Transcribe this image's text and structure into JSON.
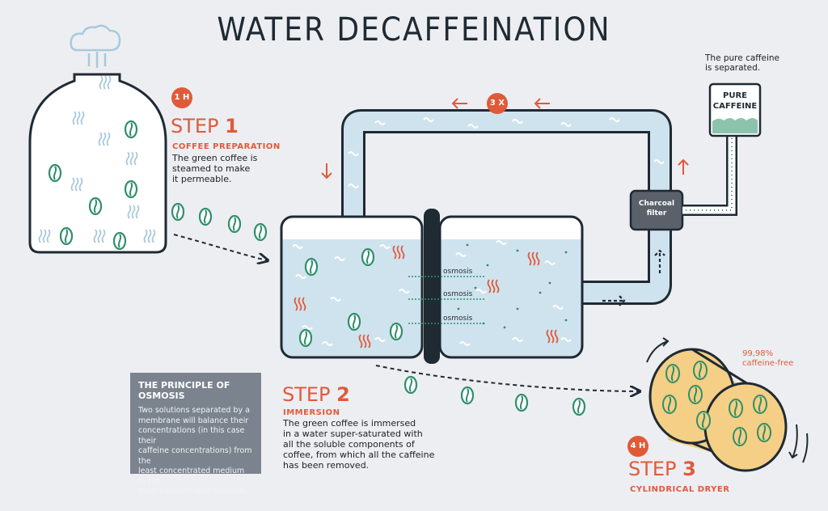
{
  "title": "WATER DECAFFEINATION",
  "step1": {
    "badge": "1 H",
    "step_word": "STEP",
    "step_num": "1",
    "subtitle": "COFFEE PREPARATION",
    "text_lines": [
      "The green coffee is",
      "steamed to make",
      "it permeable."
    ]
  },
  "step2": {
    "step_word": "STEP",
    "step_num": "2",
    "subtitle": "IMMERSION",
    "text_lines": [
      "The green coffee is immersed",
      "in a water super-saturated with",
      "all the soluble components of",
      "coffee, from which all the caffeine",
      "has been removed."
    ]
  },
  "step3": {
    "badge": "4 H",
    "step_word": "STEP",
    "step_num": "3",
    "subtitle": "CYLINDRICAL DRYER",
    "pct": "99,98%",
    "pct_label": "caffeine-free"
  },
  "cycle_badge": "3 X",
  "filter_label_lines": [
    "Charcoal",
    "filter"
  ],
  "caffeine_box_lines": [
    "PURE",
    "CAFFEINE"
  ],
  "caffeine_note_lines": [
    "The pure caffeine",
    "is separated."
  ],
  "osmosis_labels": [
    "osmosis",
    "osmosis",
    "osmosis"
  ],
  "principle": {
    "heading": "THE PRINCIPLE OF OSMOSIS",
    "lines": [
      "Two solutions separated by a",
      "membrane will balance their",
      "concentrations (in this case their",
      "caffeine concentrations) from the",
      "least concentrated medium to the",
      "most concentrated medium."
    ]
  },
  "colors": {
    "accent": "#e05a3a",
    "dark": "#1f2a33",
    "water": "#cfe3ee",
    "bean": "#2f8f6a",
    "dryer": "#f4cf85",
    "box": "#7b838e"
  },
  "icons": [
    "steam-icon",
    "coffee-bean-icon",
    "heat-wave-icon",
    "arrow-icon",
    "rotation-arrow-icon"
  ]
}
